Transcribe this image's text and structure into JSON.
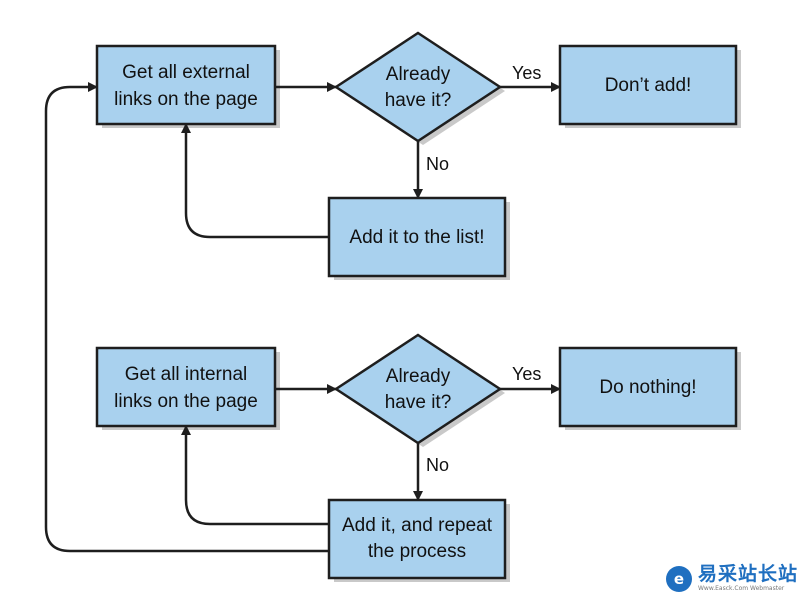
{
  "flowchart": {
    "top": {
      "start_box_lines": [
        "Get all external",
        "links on the page"
      ],
      "decision_lines": [
        "Already",
        "have it?"
      ],
      "yes_label": "Yes",
      "no_label": "No",
      "yes_box_text": "Don’t add!",
      "no_box_text": "Add it to the list!"
    },
    "bottom": {
      "start_box_lines": [
        "Get all internal",
        "links on the page"
      ],
      "decision_lines": [
        "Already",
        "have it?"
      ],
      "yes_label": "Yes",
      "no_label": "No",
      "yes_box_text": "Do nothing!",
      "no_box_lines": [
        "Add it, and repeat",
        "the process"
      ]
    },
    "colors": {
      "box_fill": "#a9d1ee",
      "stroke": "#1e1e1e",
      "shadow": "#c9c9c9"
    }
  },
  "watermark": {
    "text": "易采站长站",
    "subtext": "Www.Easck.Com  Webmaster"
  }
}
